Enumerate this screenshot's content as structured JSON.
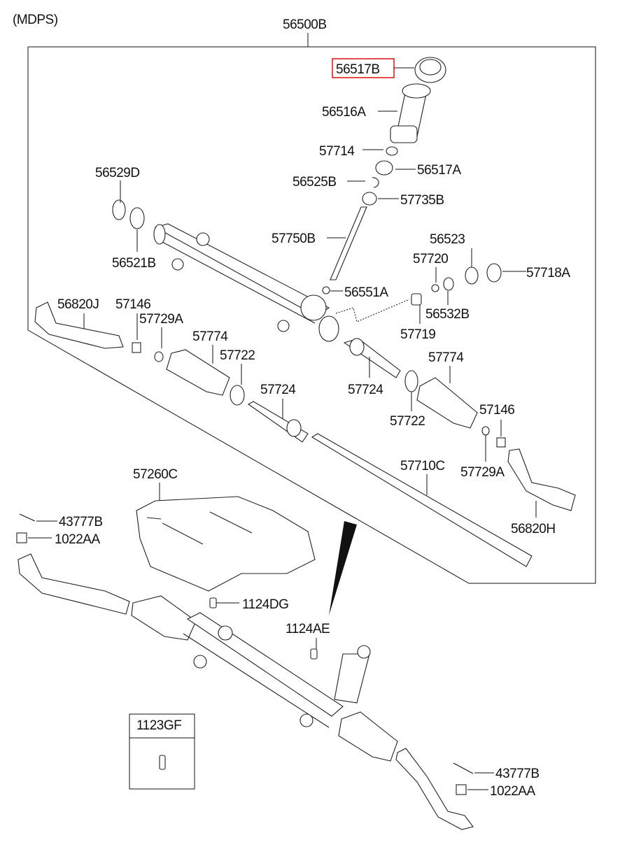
{
  "diagram": {
    "title": "(MDPS)",
    "assembly": "56500B",
    "highlighted_part": "56517B",
    "highlight_color": "#e02020",
    "labels": {
      "p56517B": "56517B",
      "p56516A": "56516A",
      "p57714": "57714",
      "p56517A": "56517A",
      "p56525B": "56525B",
      "p57735B": "57735B",
      "p56529D": "56529D",
      "p56521B": "56521B",
      "p57750B": "57750B",
      "p56523": "56523",
      "p57720": "57720",
      "p57718A": "57718A",
      "p56551A": "56551A",
      "p56532B": "56532B",
      "p57719": "57719",
      "p56820J": "56820J",
      "p57146_l": "57146",
      "p57729A_l": "57729A",
      "p57774_l": "57774",
      "p57722_l": "57722",
      "p57724_l": "57724",
      "p57724_r": "57724",
      "p57774_r": "57774",
      "p57722_r": "57722",
      "p57146_r": "57146",
      "p57729A_r": "57729A",
      "p57710C": "57710C",
      "p56820H": "56820H",
      "p57260C": "57260C",
      "p43777B_l": "43777B",
      "p1022AA_l": "1022AA",
      "p1124DG": "1124DG",
      "p1124AE": "1124AE",
      "p1123GF": "1123GF",
      "p43777B_r": "43777B",
      "p1022AA_r": "1022AA"
    }
  }
}
